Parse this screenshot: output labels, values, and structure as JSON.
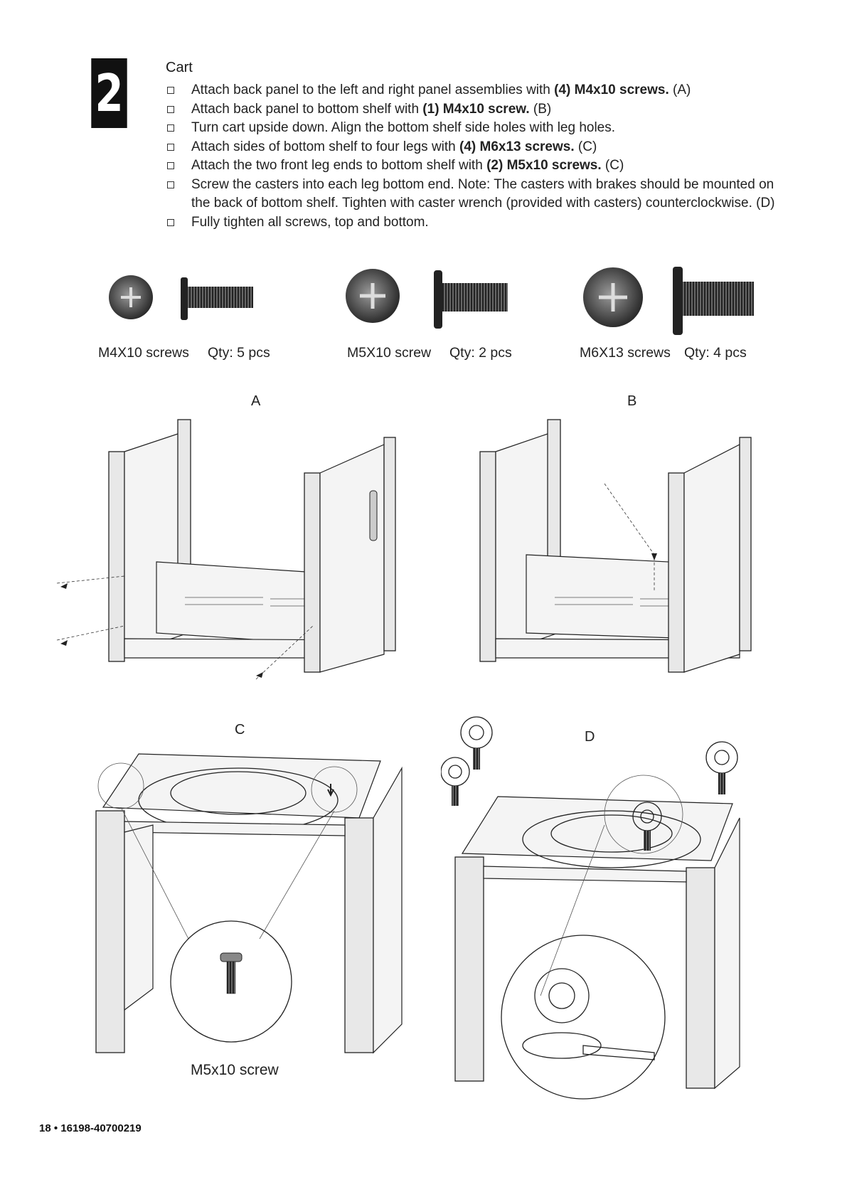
{
  "step": {
    "number": "2",
    "title": "Cart"
  },
  "instructions": [
    {
      "pre": "Attach back panel to the left and right panel assemblies with ",
      "bold": "(4) M4x10 screws.",
      "post": " (A)"
    },
    {
      "pre": "Attach back panel to bottom shelf with ",
      "bold": "(1) M4x10 screw.",
      "post": " (B)"
    },
    {
      "pre": "Turn cart upside down. Align the bottom shelf side holes with leg holes.",
      "bold": "",
      "post": ""
    },
    {
      "pre": "Attach sides of bottom shelf to four legs with ",
      "bold": "(4) M6x13 screws.",
      "post": " (C)"
    },
    {
      "pre": "Attach the two front leg ends to bottom shelf with ",
      "bold": "(2) M5x10 screws.",
      "post": " (C)"
    },
    {
      "pre": "Screw the casters into each leg bottom end. Note: The casters with brakes should be mounted on the back of bottom shelf. Tighten with caster wrench (provided with casters) counterclockwise. (D)",
      "bold": "",
      "post": ""
    },
    {
      "pre": "Fully tighten all screws, top and bottom.",
      "bold": "",
      "post": ""
    }
  ],
  "hardware": [
    {
      "name": "M4X10 screws",
      "qty": "Qty: 5 pcs"
    },
    {
      "name": "M5X10 screw",
      "qty": "Qty: 2 pcs"
    },
    {
      "name": "M6X13 screws",
      "qty": "Qty: 4 pcs"
    }
  ],
  "diagrams": {
    "a": "A",
    "b": "B",
    "c": "C",
    "d": "D",
    "c_caption": "M5x10 screw"
  },
  "footer": "18 • 16198-40700219"
}
